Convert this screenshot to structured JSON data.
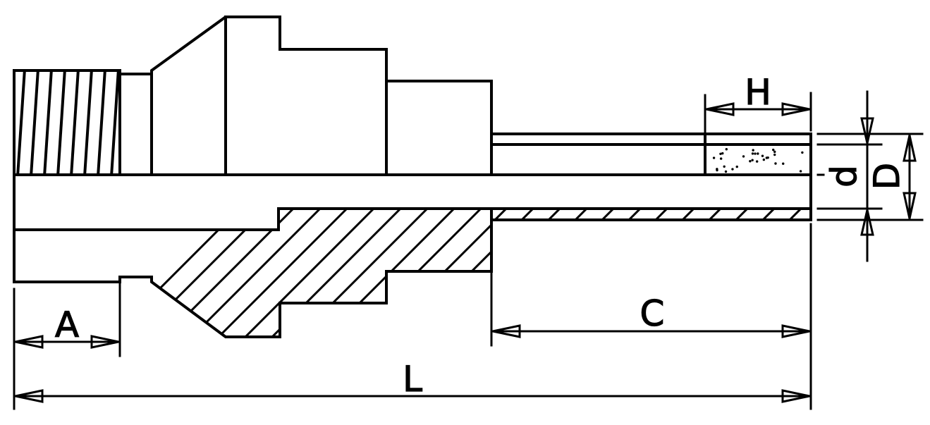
{
  "diagram": {
    "dimensions": {
      "A": "A",
      "L": "L",
      "C": "C",
      "H": "H",
      "d": "d",
      "D": "D"
    }
  }
}
